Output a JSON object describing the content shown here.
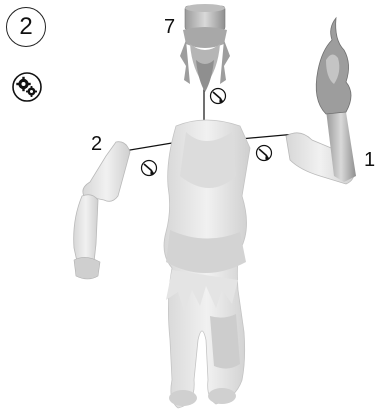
{
  "step": {
    "number": "2"
  },
  "icons": {
    "tool": "gears-icon",
    "glue": "glue-drop-icon"
  },
  "callouts": {
    "head": "7",
    "left_arm": "2",
    "right_arm": "1"
  },
  "colors": {
    "ink": "#222222",
    "part_fill": "#e6e6e6",
    "part_shade": "#c9c9c9"
  }
}
